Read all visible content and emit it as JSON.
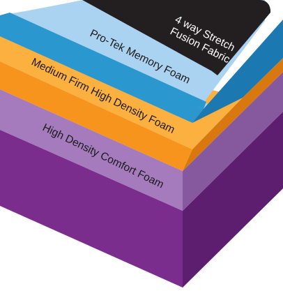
{
  "layers": [
    {
      "label": "4 way Stretch",
      "label2": "Fusion Fabric",
      "text_color": "#ffffff"
    },
    {
      "label": "Pro-Tek Memory Foam",
      "text_color": "#1a1a1a"
    },
    {
      "label": "Medium Firm High Density Foam",
      "text_color": "#1a1a1a"
    },
    {
      "label": "High Density Comfort Foam",
      "text_color": "#1a1a1a"
    }
  ],
  "colors": {
    "fabric": "#231f20",
    "memory_top": "#a9d3f1",
    "memory_front": "#2a97cf",
    "memory_side": "#1b78b0",
    "medium_top": "#fbb040",
    "medium_front": "#f7941d",
    "medium_side": "#d9780f",
    "comfort_top": "#b28fc6",
    "comfort_front": "#a57bbd",
    "comfort_side": "#86599f",
    "base_front": "#7b2d8e",
    "base_side": "#5e1e6f"
  }
}
